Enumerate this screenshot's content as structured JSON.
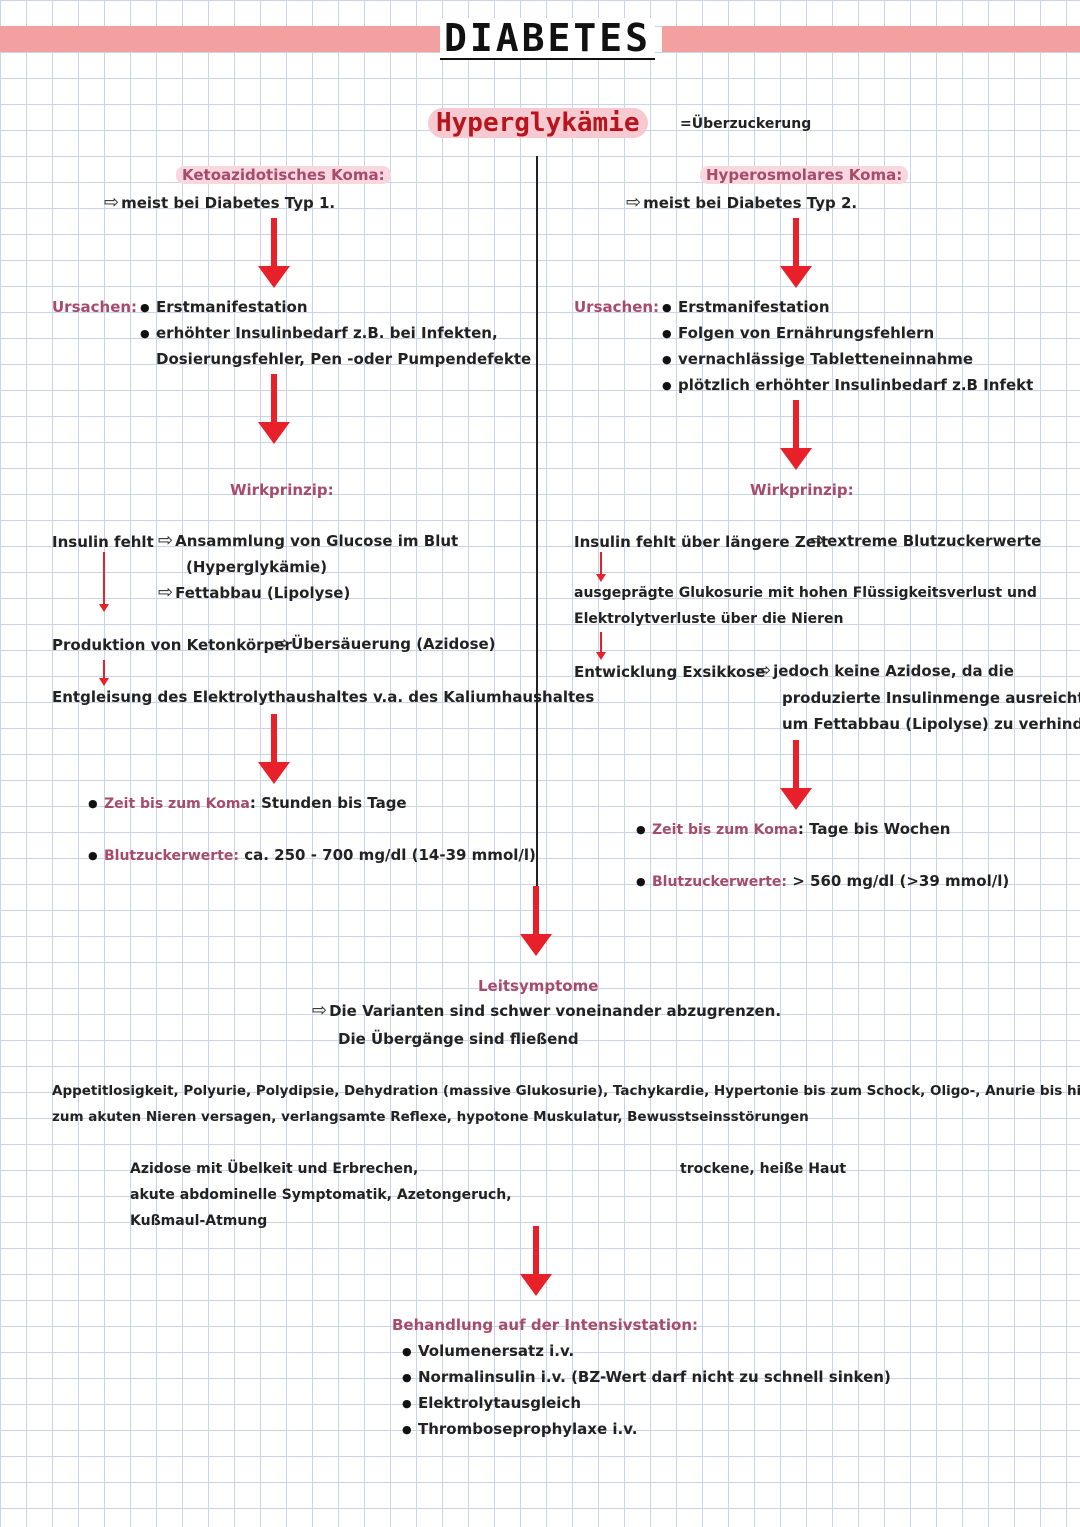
{
  "title": "DIABETES",
  "center": {
    "heading": "Hyperglykämie",
    "heading_note": "=Überzuckerung"
  },
  "left": {
    "heading": "Ketoazidotisches Koma:",
    "subline": "meist bei Diabetes Typ 1.",
    "ursachen_label": "Ursachen:",
    "ursachen": [
      "Erstmanifestation",
      "erhöhter Insulinbedarf z.B. bei Infekten,",
      "Dosierungsfehler, Pen -oder Pumpendefekte"
    ],
    "wirkprinzip_label": "Wirkprinzip:",
    "insulin_fehlt": "Insulin fehlt",
    "effect_1": "Ansammlung von Glucose im Blut",
    "effect_1b": "(Hyperglykämie)",
    "effect_2": "Fettabbau (Lipolyse)",
    "keton": "Produktion von Ketonkörper",
    "keton_effect": "Übersäuerung (Azidose)",
    "entgleisung": "Entgleisung des Elektrolythaushaltes v.a. des Kaliumhaushaltes",
    "zeit_label": "Zeit bis zum Koma",
    "zeit_value": ": Stunden bis Tage",
    "bz_label": "Blutzuckerwerte:",
    "bz_value": "ca. 250 - 700 mg/dl (14-39 mmol/l)"
  },
  "right": {
    "heading": "Hyperosmolares Koma:",
    "subline": "meist bei Diabetes Typ 2.",
    "ursachen_label": "Ursachen:",
    "ursachen": [
      "Erstmanifestation",
      "Folgen von Ernährungsfehlern",
      "vernachlässige Tabletteneinnahme",
      "plötzlich erhöhter Insulinbedarf z.B Infekt"
    ],
    "wirkprinzip_label": "Wirkprinzip:",
    "insulin_fehlt": "Insulin fehlt über längere Zeit",
    "insulin_effect": "extreme Blutzuckerwerte",
    "glukosurie_1": "ausgeprägte Glukosurie mit hohen Flüssigkeitsverlust und",
    "glukosurie_2": "Elektrolytverluste über die Nieren",
    "exsikkose": "Entwicklung Exsikkose",
    "exsikkose_1": "jedoch keine Azidose, da die",
    "exsikkose_2": "produzierte Insulinmenge ausreicht,",
    "exsikkose_3": "um Fettabbau (Lipolyse) zu verhindern",
    "zeit_label": "Zeit bis zum Koma",
    "zeit_value": ": Tage bis Wochen",
    "bz_label": "Blutzuckerwerte:",
    "bz_value": "> 560 mg/dl (>39 mmol/l)"
  },
  "leitsymptome": {
    "heading": "Leitsymptome",
    "line1": "Die Varianten sind schwer voneinander abzugrenzen.",
    "line2": "Die Übergänge sind fließend",
    "symptoms_1": "Appetitlosigkeit, Polyurie, Polydipsie, Dehydration (massive Glukosurie), Tachykardie, Hypertonie bis zum Schock, Oligo-, Anurie bis hin",
    "symptoms_2": "zum akuten Nieren versagen, verlangsamte Reflexe, hypotone Muskulatur, Bewusstseinsstörungen",
    "left_1": "Azidose mit Übelkeit und Erbrechen,",
    "left_2": "akute abdominelle Symptomatik, Azetongeruch,",
    "left_3": "Kußmaul-Atmung",
    "right_1": "trockene, heiße Haut"
  },
  "behandlung": {
    "heading": "Behandlung auf der Intensivstation:",
    "items": [
      "Volumenersatz i.v.",
      "Normalinsulin i.v. (BZ-Wert darf nicht zu schnell sinken)",
      "Elektrolytausgleich",
      "Thromboseprophylaxe i.v."
    ]
  },
  "colors": {
    "accent_red": "#e8202a",
    "title_band": "#f2a0a0",
    "highlight_pink": "#f9d7df",
    "heading_pink": "#a64b6b"
  },
  "icons": [
    "hollow-right-arrow-icon",
    "red-down-arrow-icon"
  ]
}
